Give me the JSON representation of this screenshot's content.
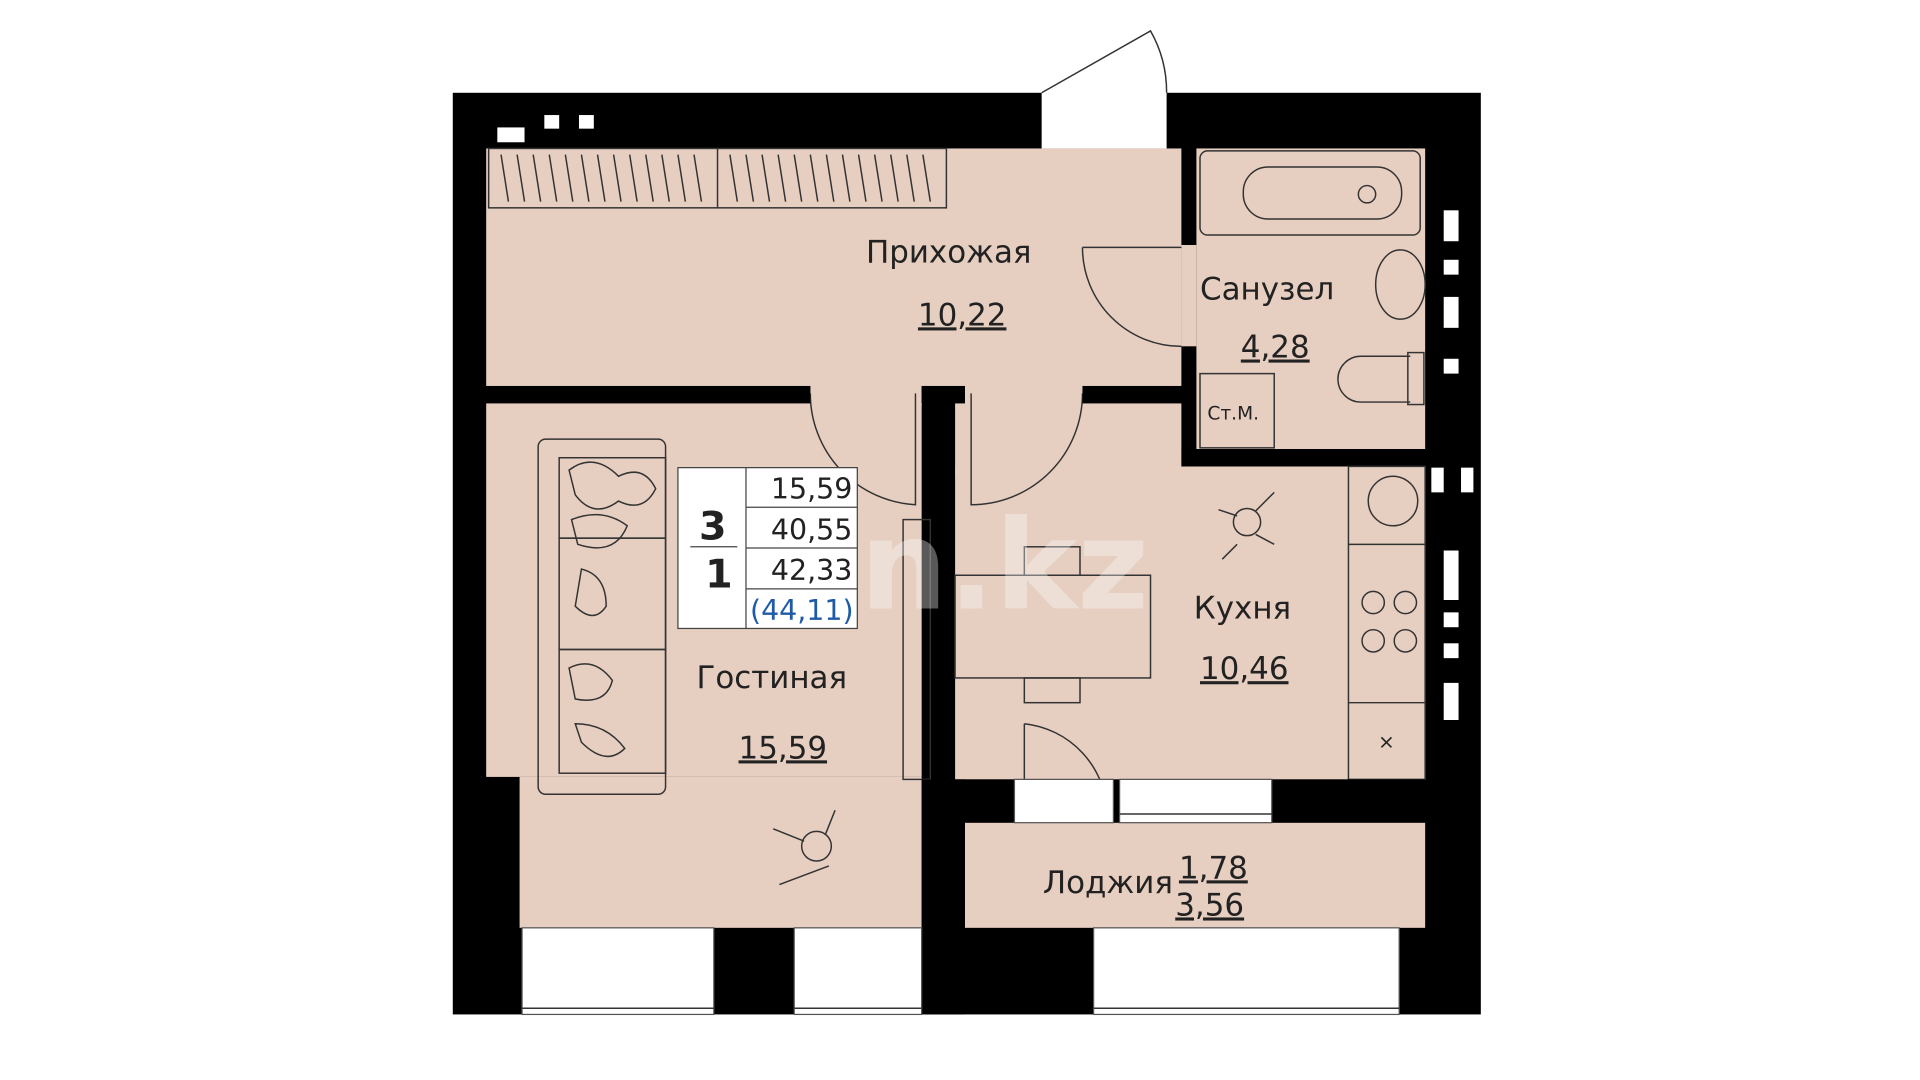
{
  "rooms": {
    "hallway": {
      "label": "Прихожая",
      "area": "10,22"
    },
    "bathroom": {
      "label": "Санузел",
      "area": "4,28",
      "washer_label": "Ст.М."
    },
    "living": {
      "label": "Гостиная",
      "area": "15,59"
    },
    "kitchen": {
      "label": "Кухня",
      "area": "10,46"
    },
    "loggia": {
      "label": "Лоджия",
      "area": "1,78",
      "area_full": "3,56"
    }
  },
  "summary": {
    "floor": "3",
    "rooms_count": "1",
    "living_area": "15,59",
    "total_area_no_loggia": "40,55",
    "total_area": "42,33",
    "total_area_full": "(44,11)"
  },
  "watermark": "n.kz",
  "colors": {
    "floor": "#e6cec1",
    "wall": "#000000",
    "accent_blue": "#1f5aa6"
  }
}
